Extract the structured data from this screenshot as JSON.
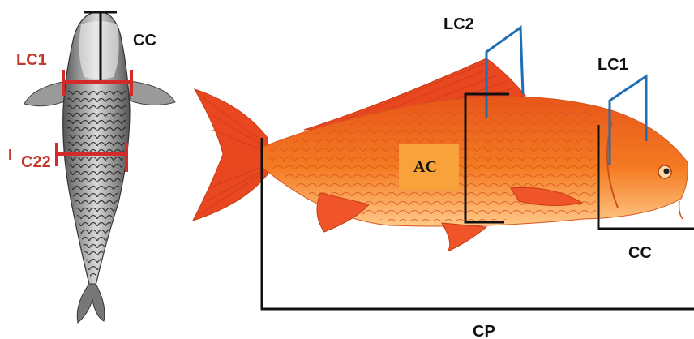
{
  "top_view": {
    "labels": {
      "cc": "CC",
      "lc1": "LC1",
      "lc22": "C22",
      "lc22_prefix": "I"
    },
    "colors": {
      "measure": "#d42a2a",
      "dark": "#111111",
      "label_red": "#c0392b"
    }
  },
  "side_view": {
    "labels": {
      "lc2": "LC2",
      "lc1": "LC1",
      "ac": "AC",
      "cc": "CC",
      "cp": "CP"
    },
    "colors": {
      "fish_body": "#f26a1b",
      "fish_light": "#ffb36a",
      "fin": "#e8471f",
      "ac_box": "#f7a23a",
      "blue_measure": "#1f6fb2",
      "black_measure": "#111111"
    }
  }
}
